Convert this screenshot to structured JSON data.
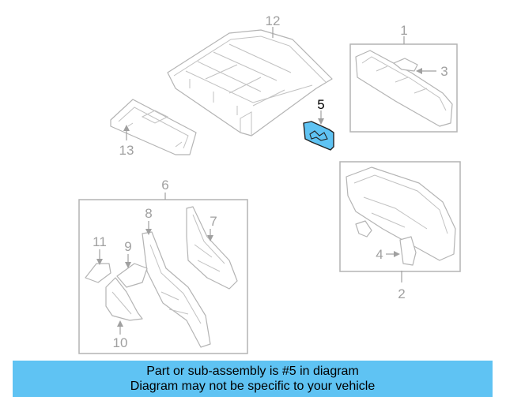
{
  "diagram": {
    "callouts": {
      "c1": "1",
      "c2": "2",
      "c3": "3",
      "c4": "4",
      "c5": "5",
      "c6": "6",
      "c7": "7",
      "c8": "8",
      "c9": "9",
      "c10": "10",
      "c11": "11",
      "c12": "12",
      "c13": "13"
    },
    "highlighted_part": "5",
    "highlight_color": "#5fc3f3",
    "line_color": "#b4b4b4"
  },
  "banner": {
    "line1": "Part or sub-assembly is #5 in diagram",
    "line2": "Diagram may not be specific to your vehicle",
    "background": "#5fc3f3"
  }
}
